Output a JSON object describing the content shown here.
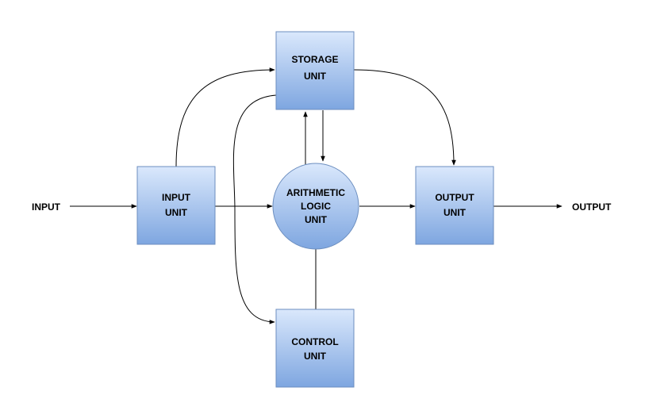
{
  "diagram": {
    "input_label": "INPUT",
    "output_label": "OUTPUT",
    "nodes": {
      "storage": {
        "line1": "STORAGE",
        "line2": "UNIT"
      },
      "input_unit": {
        "line1": "INPUT",
        "line2": "UNIT"
      },
      "alu": {
        "line1": "ARITHMETIC",
        "line2": "LOGIC",
        "line3": "UNIT"
      },
      "output_unit": {
        "line1": "OUTPUT",
        "line2": "UNIT"
      },
      "control": {
        "line1": "CONTROL",
        "line2": "UNIT"
      }
    },
    "colors": {
      "box_top": "#DAE8FC",
      "box_bottom": "#7EA6E0",
      "box_border": "#6C8EBF",
      "line": "#000000"
    }
  }
}
